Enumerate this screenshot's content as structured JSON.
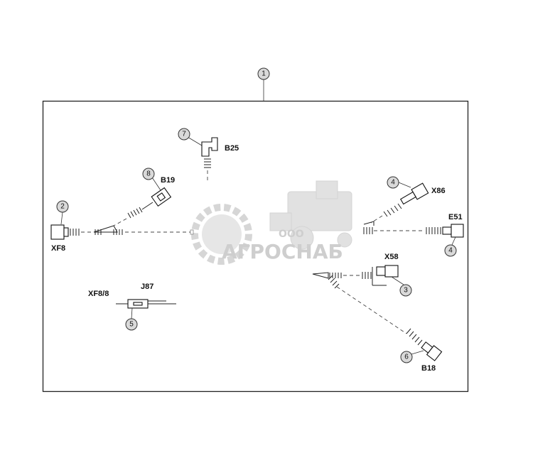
{
  "callouts": {
    "c1": "1",
    "c2": "2",
    "c3": "3",
    "c4a": "4",
    "c4b": "4",
    "c5": "5",
    "c6": "6",
    "c7": "7",
    "c8": "8"
  },
  "labels": {
    "b25": "B25",
    "b19": "B19",
    "xf8": "XF8",
    "x86": "X86",
    "e51": "E51",
    "x58": "X58",
    "j87": "J87",
    "xf8_8": "XF8/8",
    "b18": "B18"
  },
  "watermark": {
    "prefix": "ООО",
    "name": "АГРОСНАБ"
  },
  "colors": {
    "line": "#222222",
    "callout_fill": "#d9d9d9",
    "watermark": "#c9c9c9"
  }
}
